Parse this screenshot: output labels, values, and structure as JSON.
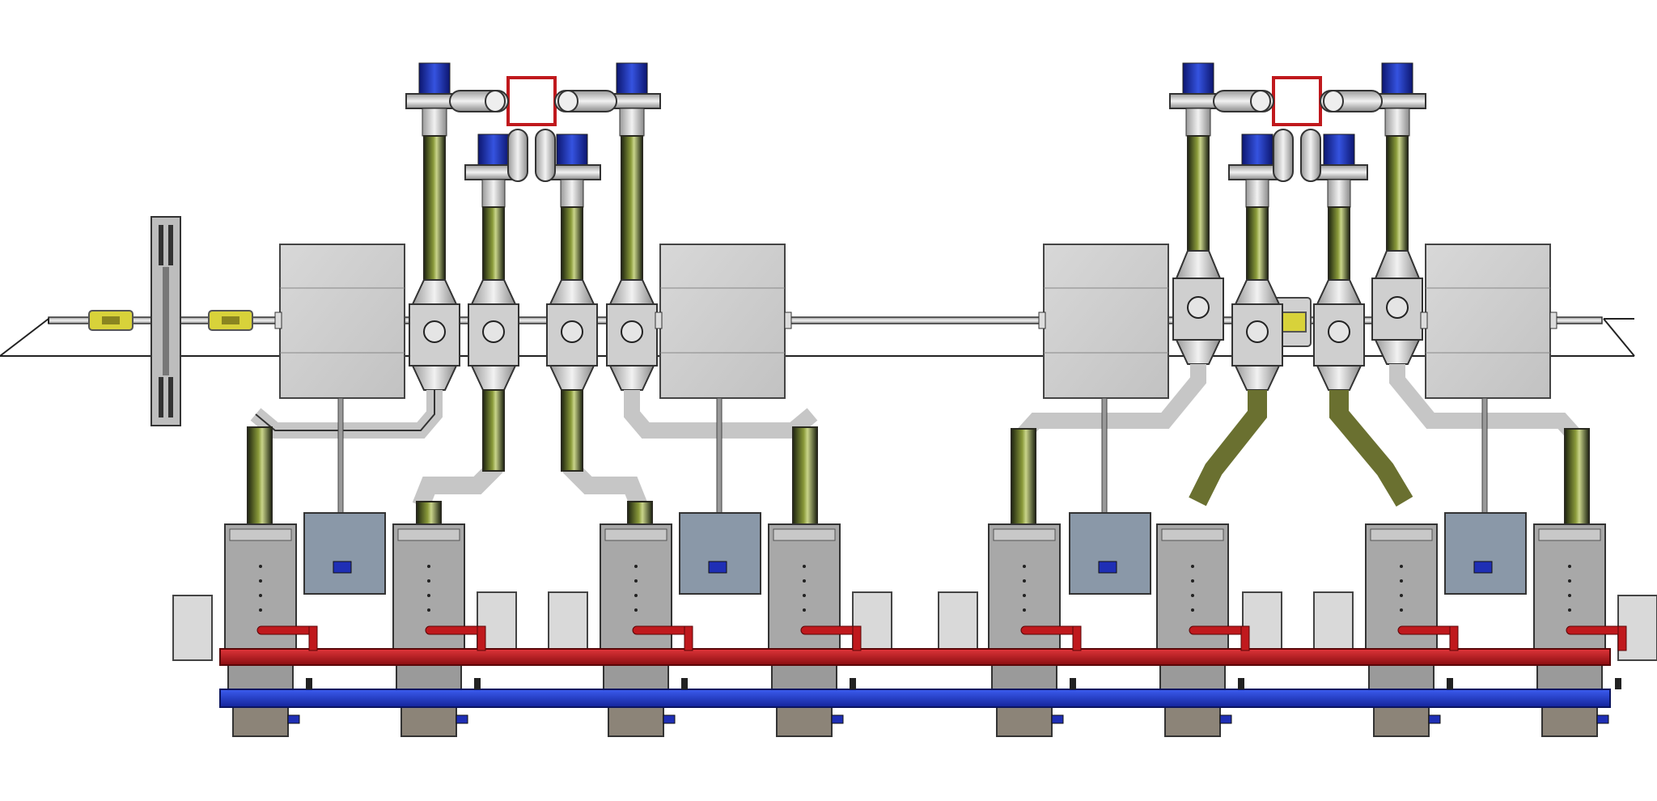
{
  "diagram": {
    "colors": {
      "background": "#ffffff",
      "steel": "#b7b7b7",
      "duct": "#5c6426",
      "cap_blue": "#1f2fb5",
      "manifold_red": "#c0191d",
      "manifold_blue": "#1f3ed1",
      "junction_box": "#8a98a8",
      "marker_yellow": "#d8d23a",
      "outline_red": "#c0191d"
    },
    "icons": [
      "blue-cap-icon",
      "red-square-frame-icon",
      "yellow-marker-icon"
    ],
    "units": {
      "sections": 2,
      "filter_towers_per_section": 4,
      "heat_exchangers_per_section": 2,
      "lower_tanks": 8,
      "control_boxes": 4
    }
  }
}
